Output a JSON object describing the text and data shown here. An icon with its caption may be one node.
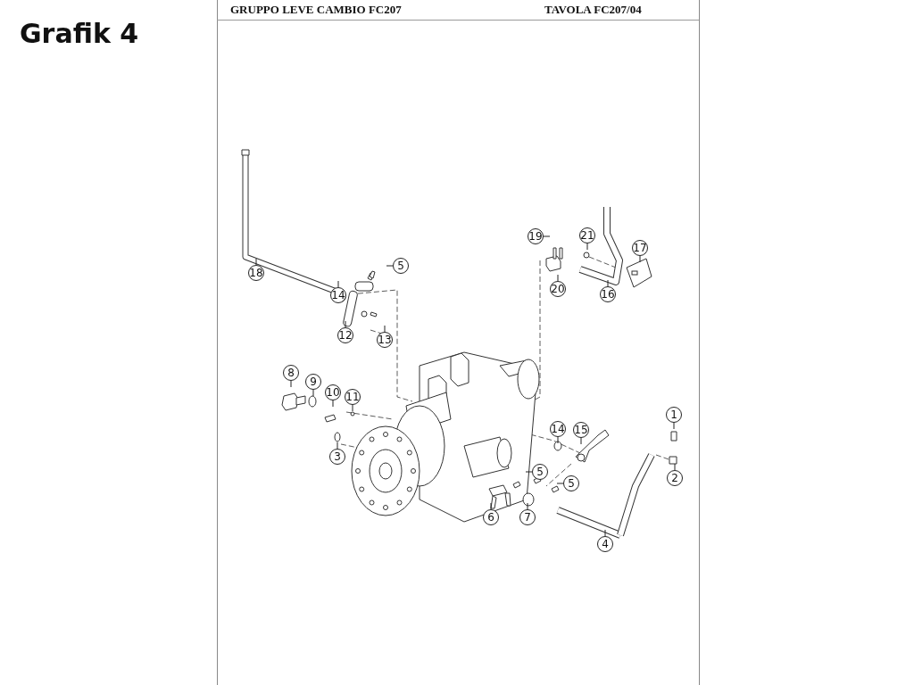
{
  "diagram": {
    "title": "Grafik 4",
    "nodes": [
      {
        "text": [
          "19"
        ]
      },
      {
        "text": [
          "21"
        ]
      },
      {
        "text": [
          "17"
        ]
      },
      {
        "text": [
          "18"
        ]
      },
      {
        "text": [
          "5"
        ]
      },
      {
        "text": [
          "20"
        ]
      },
      {
        "text": [
          "16"
        ]
      },
      {
        "text": [
          "14"
        ]
      },
      {
        "text": [
          "12"
        ]
      },
      {
        "text": [
          "13"
        ]
      },
      {
        "text": [
          "8"
        ]
      },
      {
        "text": [
          "9"
        ]
      },
      {
        "text": [
          "10"
        ]
      },
      {
        "text": [
          "11"
        ]
      },
      {
        "text": [
          "1"
        ]
      },
      {
        "text": [
          "14"
        ]
      },
      {
        "text": [
          "15"
        ]
      },
      {
        "text": [
          "3"
        ]
      },
      {
        "text": [
          "2"
        ]
      },
      {
        "text": [
          "5"
        ]
      },
      {
        "text": [
          "5"
        ]
      },
      {
        "text": [
          "6"
        ]
      },
      {
        "text": [
          "7"
        ]
      },
      {
        "text": [
          "4"
        ]
      }
    ],
    "edges": [
      {
        "from": 0,
        "to": null,
        "arrow": "none"
      },
      {
        "from": 1,
        "to": null,
        "arrow": "none"
      },
      {
        "from": 2,
        "to": null,
        "arrow": "none"
      },
      {
        "from": 3,
        "to": null,
        "arrow": "none"
      },
      {
        "from": 4,
        "to": null,
        "arrow": "none"
      },
      {
        "from": 5,
        "to": null,
        "arrow": "none"
      },
      {
        "from": 6,
        "to": null,
        "arrow": "none"
      },
      {
        "from": 7,
        "to": null,
        "arrow": "none"
      },
      {
        "from": 8,
        "to": null,
        "arrow": "none"
      },
      {
        "from": 9,
        "to": null,
        "arrow": "none"
      },
      {
        "from": 10,
        "to": null,
        "arrow": "none"
      },
      {
        "from": 11,
        "to": null,
        "arrow": "none"
      },
      {
        "from": 12,
        "to": null,
        "arrow": "none"
      },
      {
        "from": 13,
        "to": null,
        "arrow": "none"
      },
      {
        "from": 14,
        "to": null,
        "arrow": "none"
      },
      {
        "from": 15,
        "to": null,
        "arrow": "none"
      },
      {
        "from": 16,
        "to": null,
        "arrow": "none"
      },
      {
        "from": 17,
        "to": null,
        "arrow": "none"
      },
      {
        "from": 18,
        "to": null,
        "arrow": "none"
      },
      {
        "from": 19,
        "to": null,
        "arrow": "none"
      },
      {
        "from": 20,
        "to": null,
        "arrow": "none"
      },
      {
        "from": 21,
        "to": null,
        "arrow": "none"
      },
      {
        "from": 22,
        "to": null,
        "arrow": "none"
      },
      {
        "from": 23,
        "to": null,
        "arrow": "none"
      }
    ],
    "labels": [
      "GRUPPO LEVE CAMBIO FC207",
      "TAVOLA FC207/04"
    ]
  }
}
